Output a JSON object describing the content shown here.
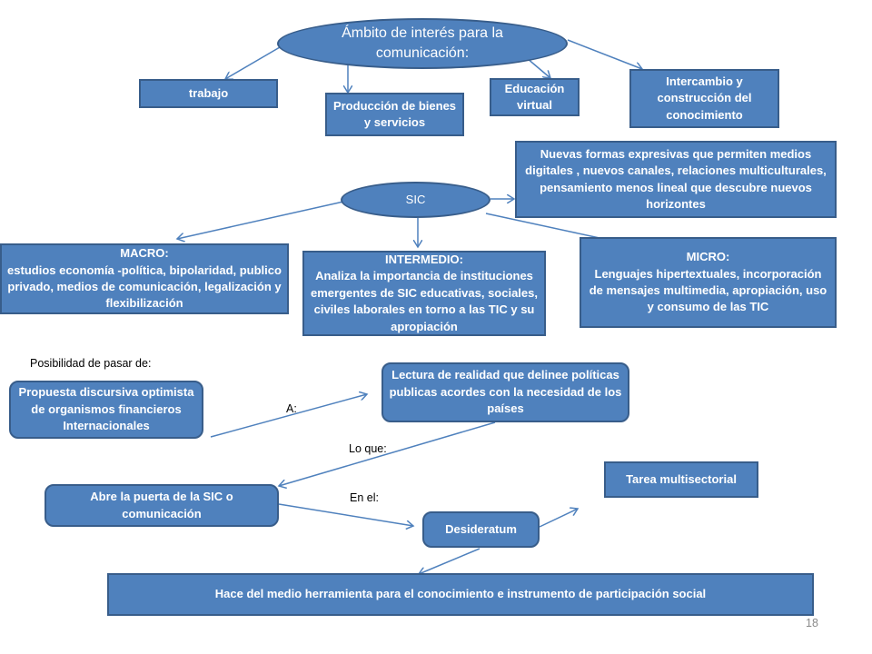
{
  "colors": {
    "node_fill": "#4f81bd",
    "node_border": "#385d8a",
    "node_text": "#ffffff",
    "arrow": "#4f81bd"
  },
  "nodes": {
    "ambito": "Ámbito de interés para la comunicación:",
    "trabajo": "trabajo",
    "produccion": "Producción de bienes y servicios",
    "educacion": "Educación virtual",
    "intercambio": "Intercambio y construcción del conocimiento",
    "sic": "SIC",
    "nuevas_formas": "Nuevas formas expresivas que permiten medios digitales , nuevos canales, relaciones multiculturales, pensamiento menos lineal que descubre nuevos horizontes",
    "macro": "MACRO:\nestudios economía -política, bipolaridad, publico privado, medios de comunicación, legalización y flexibilización",
    "intermedio": "INTERMEDIO:\nAnaliza la importancia de instituciones  emergentes de SIC educativas, sociales, civiles laborales en torno a las TIC y su apropiación",
    "micro": "MICRO:\nLenguajes hipertextuales, incorporación de mensajes multimedia, apropiación, uso y consumo de las TIC",
    "propuesta": "Propuesta discursiva optimista de organismos financieros Internacionales",
    "lectura": "Lectura de realidad que delinee políticas publicas acordes con la necesidad de los países",
    "abre": "Abre la puerta de la SIC  o comunicación",
    "tarea": "Tarea multisectorial",
    "desideratum": "Desideratum",
    "hace": "Hace del medio herramienta para el conocimiento e instrumento de participación social"
  },
  "labels": {
    "posibilidad": "Posibilidad de pasar de:",
    "a": "A:",
    "lo_que": "Lo que:",
    "en_el": "En el:"
  },
  "page_number": "18"
}
